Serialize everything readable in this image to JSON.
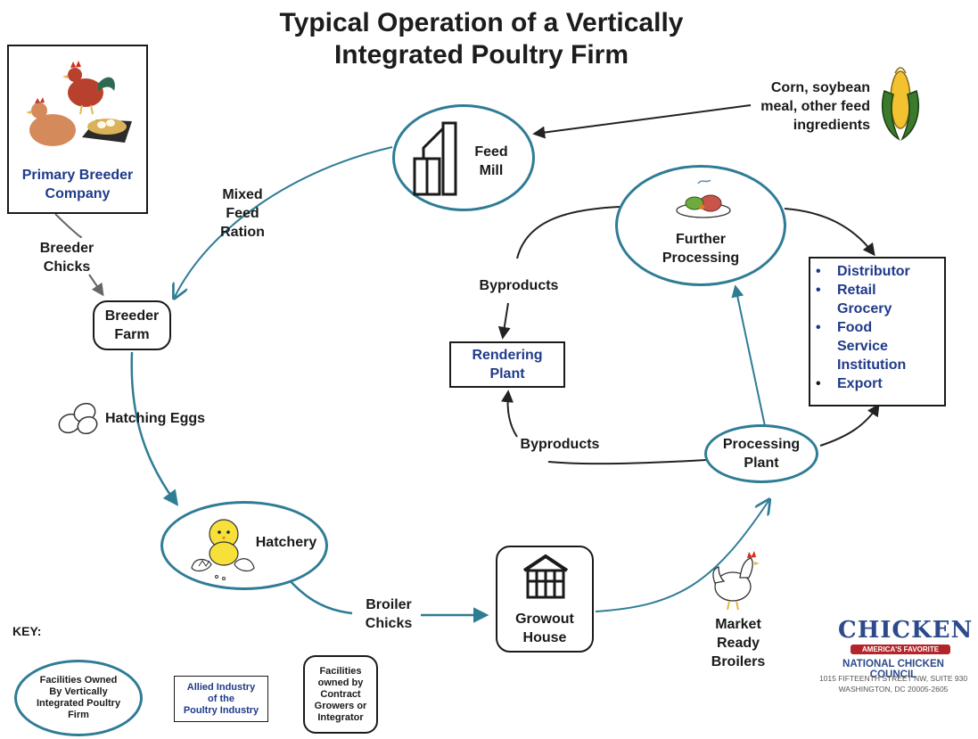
{
  "title": {
    "line1": "Typical Operation of a Vertically",
    "line2": "Integrated Poultry Firm"
  },
  "nodes": {
    "primary_breeder": "Primary Breeder Company",
    "feed_mill_line1": "Feed",
    "feed_mill_line2": "Mill",
    "breeder_farm_line1": "Breeder",
    "breeder_farm_line2": "Farm",
    "hatchery": "Hatchery",
    "growout_line1": "Growout",
    "growout_line2": "House",
    "processing_line1": "Processing",
    "processing_line2": "Plant",
    "further_line1": "Further",
    "further_line2": "Processing",
    "rendering_line1": "Rendering",
    "rendering_line2": "Plant"
  },
  "edge_labels": {
    "corn_line1": "Corn, soybean",
    "corn_line2": "meal, other feed",
    "corn_line3": "ingredients",
    "mixed_line1": "Mixed",
    "mixed_line2": "Feed",
    "mixed_line3": "Ration",
    "breeder_chicks_line1": "Breeder",
    "breeder_chicks_line2": "Chicks",
    "hatching_eggs": "Hatching Eggs",
    "broiler_line1": "Broiler",
    "broiler_line2": "Chicks",
    "market_line1": "Market",
    "market_line2": "Ready",
    "market_line3": "Broilers",
    "byproducts_top": "Byproducts",
    "byproducts_bottom": "Byproducts"
  },
  "destinations": {
    "d1": "Distributor",
    "d2_line1": "Retail",
    "d2_line2": "Grocery",
    "d3_line1": "Food",
    "d3_line2": "Service",
    "d3_line3": "Institution",
    "d4": "Export"
  },
  "key": {
    "heading": "KEY:",
    "owned_line1": "Facilities Owned",
    "owned_line2": "By Vertically",
    "owned_line3": "Integrated Poultry",
    "owned_line4": "Firm",
    "allied_line1": "Allied Industry",
    "allied_line2": "of the",
    "allied_line3": "Poultry Industry",
    "contract_line1": "Facilities",
    "contract_line2": "owned by",
    "contract_line3": "Contract",
    "contract_line4": "Growers or",
    "contract_line5": "Integrator"
  },
  "logo": {
    "wordmark": "CHICKEN",
    "banner": "AMERICA'S FAVORITE",
    "org": "NATIONAL CHICKEN COUNCIL",
    "address1": "1015 FIFTEENTH STREET NW, SUITE 930",
    "address2": "WASHINGTON, DC 20005-2605"
  },
  "colors": {
    "owned_border": "#2f7c95",
    "allied_text": "#1f3a8a",
    "logo_blue": "#2c4a8c",
    "logo_red": "#b3252a"
  },
  "icons": [
    "rooster-hen-nest-icon",
    "feed-mill-icon",
    "corn-icon",
    "eggs-icon",
    "hatching-chick-icon",
    "growout-house-icon",
    "broiler-chicken-icon",
    "plated-food-icon"
  ]
}
